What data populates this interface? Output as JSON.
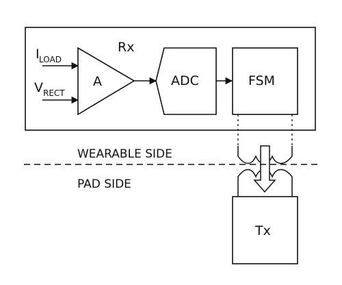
{
  "receiver": {
    "label": "Rx",
    "inputs": {
      "i_load": {
        "main": "I",
        "sub": "LOAD"
      },
      "v_rect": {
        "main": "V",
        "sub": "RECT"
      }
    },
    "amplifier_label": "A",
    "adc_label": "ADC",
    "fsm_label": "FSM"
  },
  "boundary": {
    "upper_label": "WEARABLE SIDE",
    "lower_label": "PAD SIDE"
  },
  "transmitter": {
    "label": "Tx"
  }
}
